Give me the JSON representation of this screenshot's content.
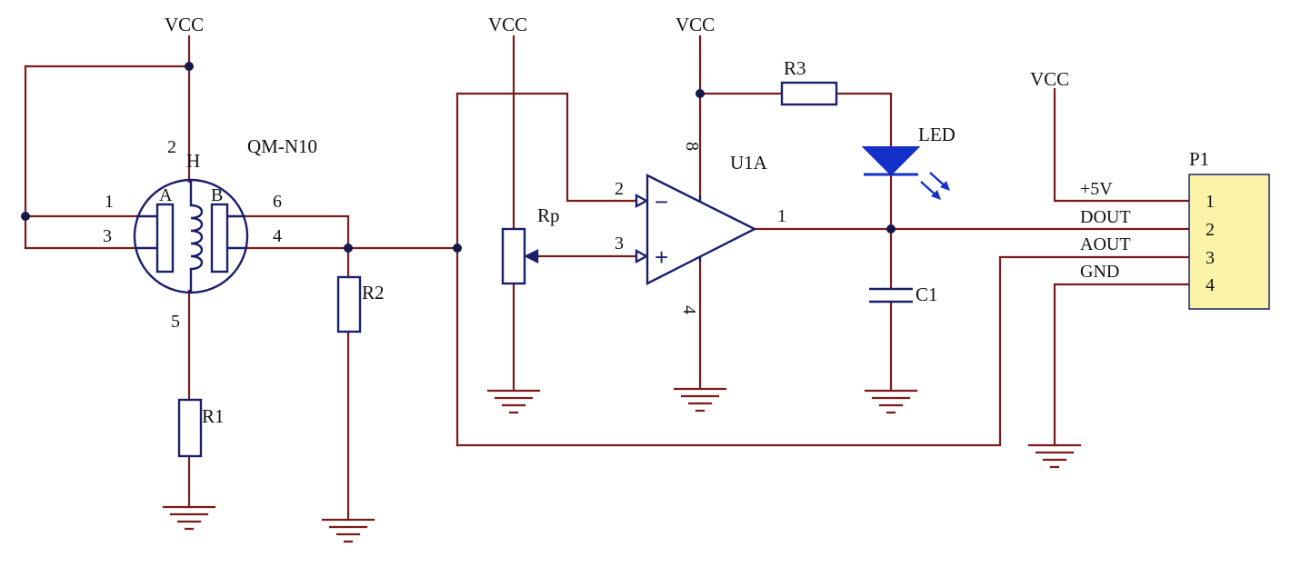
{
  "labels": {
    "vcc": "VCC",
    "sensor": "QM-N10",
    "heater": "H",
    "electrode_a": "A",
    "electrode_b": "B",
    "r1": "R1",
    "r2": "R2",
    "r3": "R3",
    "rp": "Rp",
    "opamp": "U1A",
    "led": "LED",
    "c1": "C1",
    "connector": "P1"
  },
  "sensor_pins": {
    "p1": "1",
    "p3": "3",
    "p6": "6",
    "p4": "4",
    "p2": "2",
    "p5": "5"
  },
  "opamp_pins": {
    "inv": "2",
    "noninv": "3",
    "out": "1",
    "vcc": "8",
    "gnd": "4",
    "minus": "−",
    "plus": "+"
  },
  "connector": {
    "nets": [
      "+5V",
      "DOUT",
      "AOUT",
      "GND"
    ],
    "pins": [
      "1",
      "2",
      "3",
      "4"
    ]
  },
  "colors": {
    "wire": "#7a1a1a",
    "component": "#1a1f6b",
    "led": "#1530c8",
    "header_fill": "#fbf4a8"
  }
}
